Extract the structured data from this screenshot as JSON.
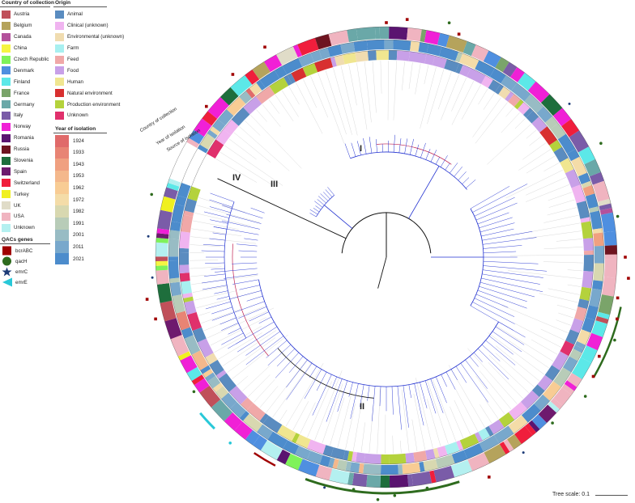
{
  "legend": {
    "country_title": "Country of collection",
    "countries": [
      {
        "label": "Austria",
        "color": "#c0505a"
      },
      {
        "label": "Belgium",
        "color": "#b5a35c"
      },
      {
        "label": "Canada",
        "color": "#b3519c"
      },
      {
        "label": "China",
        "color": "#f5f542"
      },
      {
        "label": "Czech Republic",
        "color": "#7ff25a"
      },
      {
        "label": "Denmark",
        "color": "#4f8fe0"
      },
      {
        "label": "Finland",
        "color": "#5ce8e8"
      },
      {
        "label": "France",
        "color": "#7aa46a"
      },
      {
        "label": "Germany",
        "color": "#6aa8a8"
      },
      {
        "label": "Italy",
        "color": "#7a5ca8"
      },
      {
        "label": "Norway",
        "color": "#f020d6"
      },
      {
        "label": "Romania",
        "color": "#5a1470"
      },
      {
        "label": "Russia",
        "color": "#6e1420"
      },
      {
        "label": "Slovenia",
        "color": "#1e6e3c"
      },
      {
        "label": "Spain",
        "color": "#6e1a6e"
      },
      {
        "label": "Switzerland",
        "color": "#f01e3c"
      },
      {
        "label": "Turkey",
        "color": "#f0f020"
      },
      {
        "label": "UK",
        "color": "#e0dcc8"
      },
      {
        "label": "USA",
        "color": "#f0b4c0"
      },
      {
        "label": "Unknown",
        "color": "#b4f0f0"
      }
    ],
    "origin_title": "Origin",
    "origins": [
      {
        "label": "Animal",
        "color": "#5a8cc0"
      },
      {
        "label": "Clinical (unknown)",
        "color": "#f0b4f0"
      },
      {
        "label": "Environmental (unknown)",
        "color": "#f0dcb0"
      },
      {
        "label": "Farm",
        "color": "#a8f0f0"
      },
      {
        "label": "Feed",
        "color": "#f0a8a8"
      },
      {
        "label": "Food",
        "color": "#c8a0e8"
      },
      {
        "label": "Human",
        "color": "#f0e690"
      },
      {
        "label": "Natural environment",
        "color": "#d83030"
      },
      {
        "label": "Production environment",
        "color": "#b4d23c"
      },
      {
        "label": "Unknown",
        "color": "#e0306c"
      }
    ],
    "year_title": "Year of isolation",
    "years": [
      {
        "label": "1924",
        "color": "#e06a6a"
      },
      {
        "label": "1933",
        "color": "#e88474"
      },
      {
        "label": "1943",
        "color": "#f0a080"
      },
      {
        "label": "1953",
        "color": "#f4b88c"
      },
      {
        "label": "1962",
        "color": "#f8cc94"
      },
      {
        "label": "1972",
        "color": "#f4dca8"
      },
      {
        "label": "1982",
        "color": "#d8d8b0"
      },
      {
        "label": "1991",
        "color": "#b8ccb8"
      },
      {
        "label": "2001",
        "color": "#98bcc4"
      },
      {
        "label": "2011",
        "color": "#78a8cc"
      },
      {
        "label": "2021",
        "color": "#4c8ccc"
      }
    ],
    "qac_title": "QACs genes",
    "qacs": [
      {
        "label": "bcrABC",
        "color": "#a00000",
        "shape": "square"
      },
      {
        "label": "qacH",
        "color": "#2e6b1e",
        "shape": "circle"
      },
      {
        "label": "emrC",
        "color": "#1e3c78",
        "shape": "star"
      },
      {
        "label": "emrE",
        "color": "#28c8d8",
        "shape": "triangle"
      }
    ]
  },
  "ring_labels": {
    "country": "Country of collection",
    "year": "Year of isolation",
    "source": "Source of isolation"
  },
  "clades": {
    "I": "I",
    "II": "II",
    "III": "III",
    "IV": "IV"
  },
  "scale": {
    "label": "Tree scale: 0.1"
  },
  "colors": {
    "branch_blue": "#2030d0",
    "branch_red": "#c02050",
    "branch_black": "#111111",
    "leaf_grey": "#c8c8c8"
  }
}
